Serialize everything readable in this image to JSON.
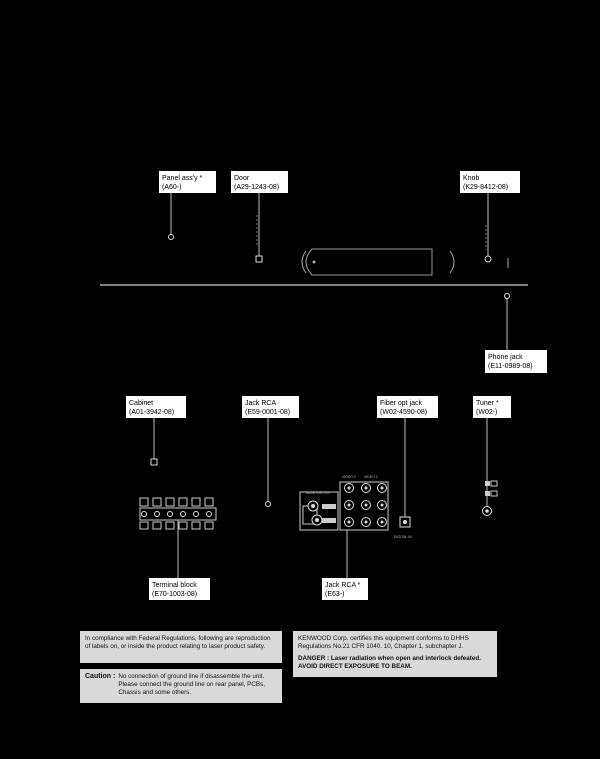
{
  "callouts": {
    "panel": {
      "name": "Panel ass'y *",
      "code": "(A60-)"
    },
    "door": {
      "name": "Door",
      "code": "(A29-1243-08)"
    },
    "knob": {
      "name": "Knob",
      "code": "(K29-8412-08)"
    },
    "phone": {
      "name": "Phone jack",
      "code": "(E11-0989-08)"
    },
    "cabinet": {
      "name": "Cabinet",
      "code": "(A01-3942-08)"
    },
    "jackrca": {
      "name": "Jack RCA",
      "code": "(E59-0001-08)"
    },
    "fiber": {
      "name": "Fiber opt jack",
      "code": "(W02-4590-08)"
    },
    "tuner": {
      "name": "Tuner *",
      "code": "(W02-)"
    },
    "terminal": {
      "name": "Terminal block",
      "code": "(E70-1003-08)"
    },
    "jackrca2": {
      "name": "Jack RCA *",
      "code": "(E63-)"
    }
  },
  "rear_labels": {
    "video2": "VIDEO 2",
    "video1": "VIDEO 1",
    "monitor": "MONITOR OUT",
    "digital": "DIGITAL IN"
  },
  "notes": {
    "federal": "In compliance with Federal Regulations, following are reproduction of labels on, or inside the product relating to laser product safety.",
    "caution_label": "Caution :",
    "caution_text": "No connection of ground line if disassemble the unit. Please connect the ground line on rear panel, PCBs, Chassis and some others.",
    "kenwood": "KENWOOD Corp. certifies this equipment conforms to DHHS Regulations No.21 CFR 1040. 10, Chapter 1, subchapter J.",
    "danger": "DANGER : Laser radiation when open and interlock defeated. AVOID DIRECT EXPOSURE TO BEAM."
  }
}
